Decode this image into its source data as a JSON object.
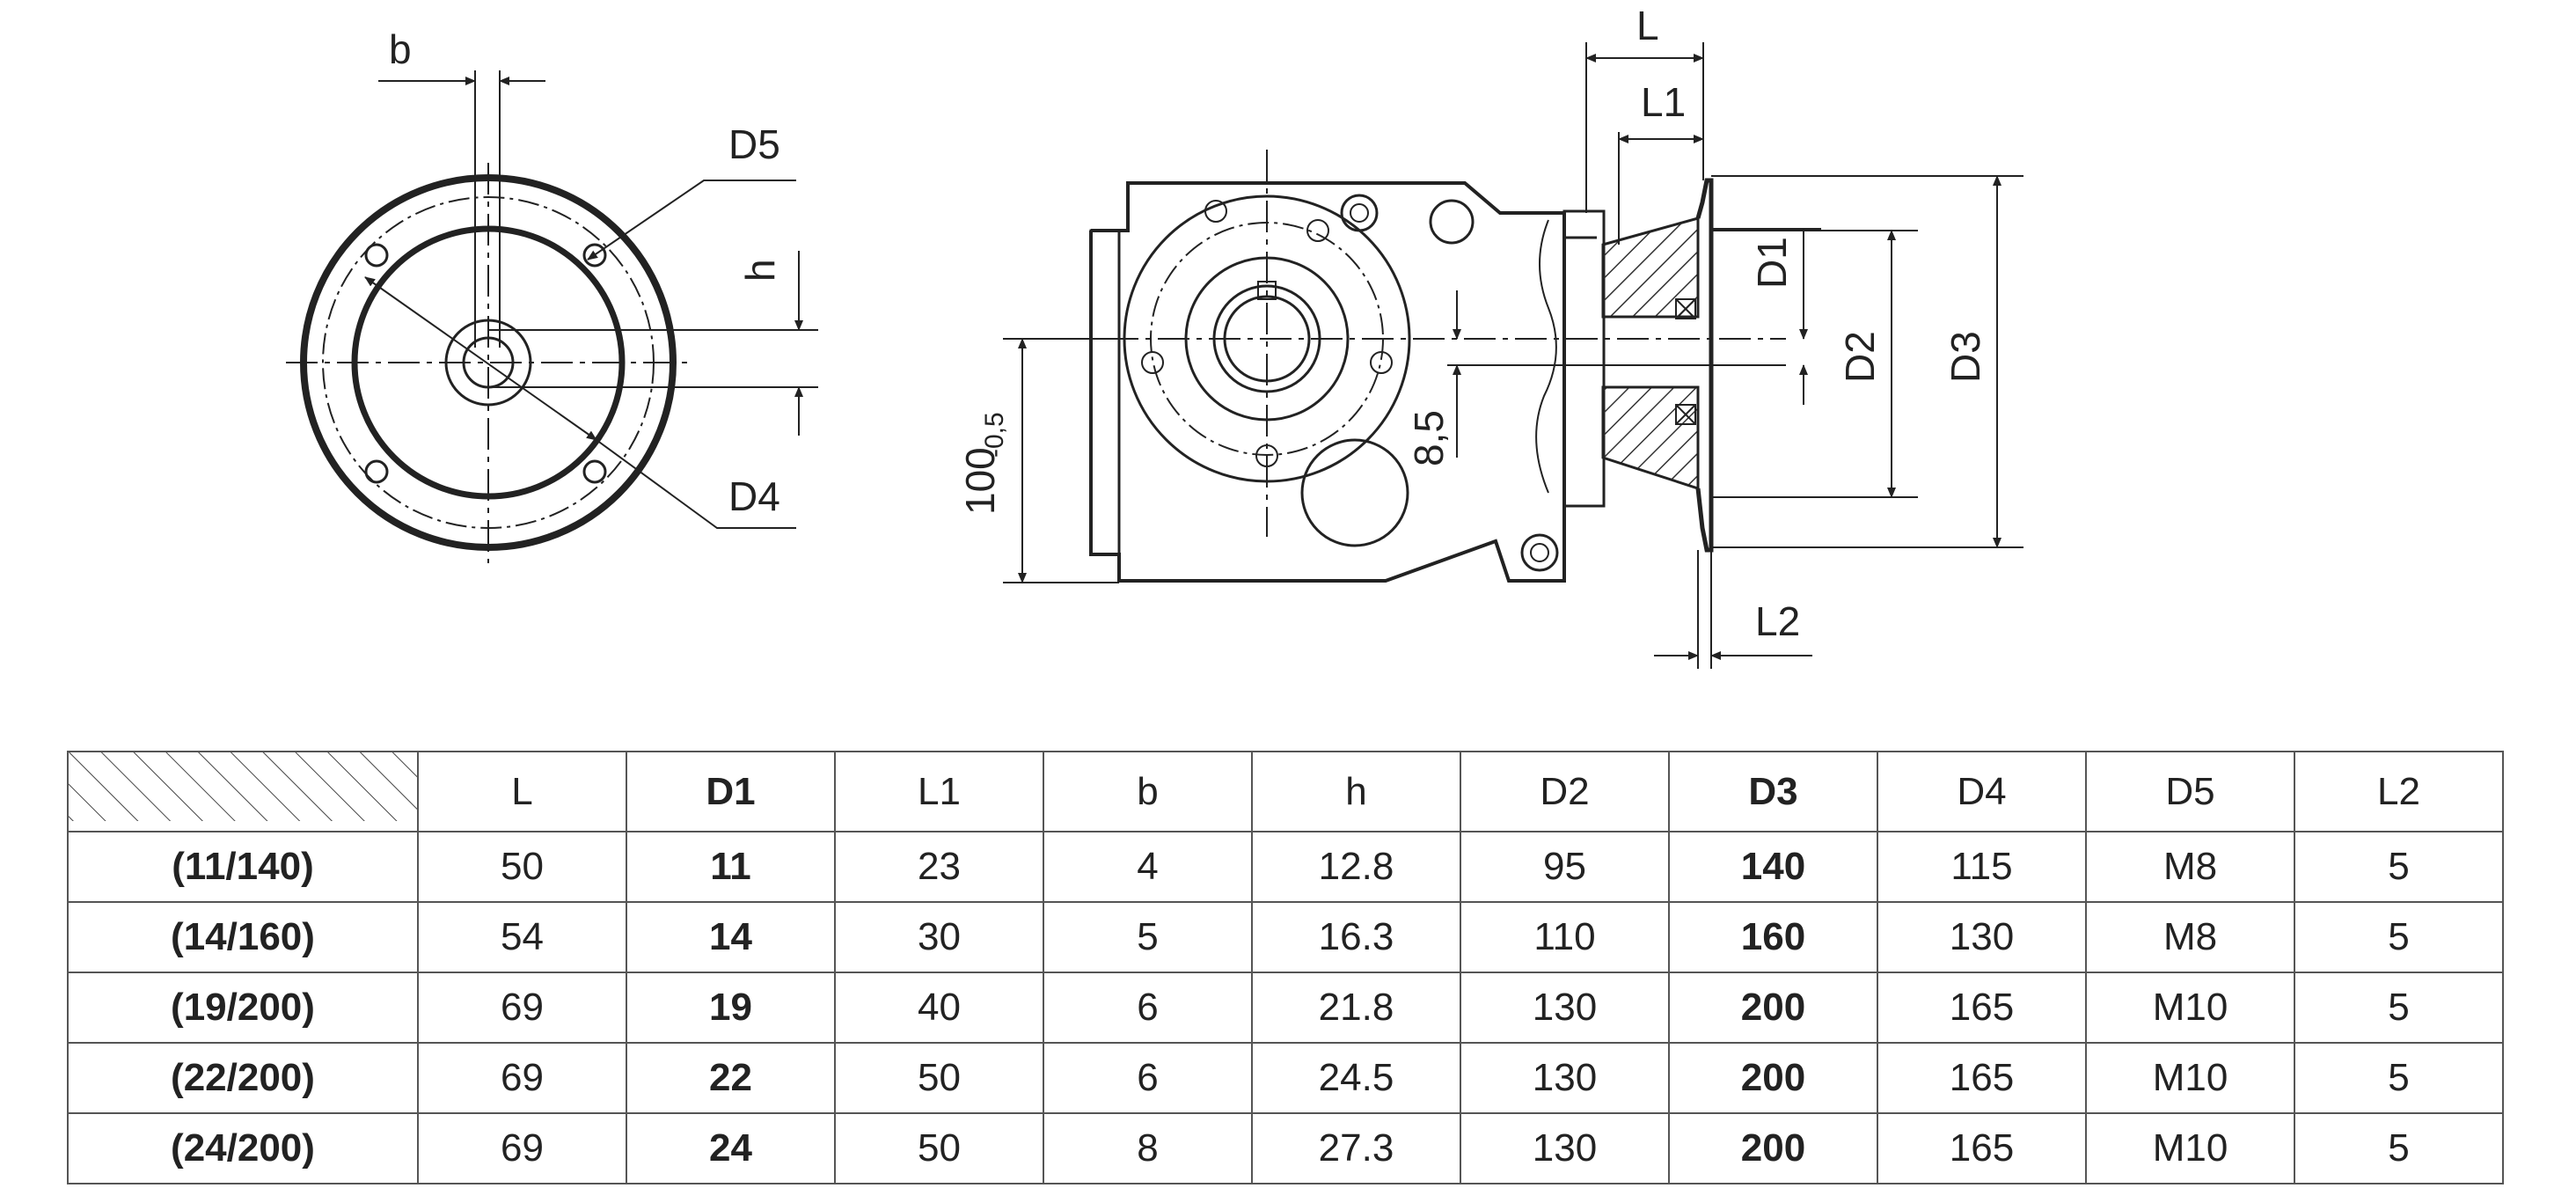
{
  "labels": {
    "front_view": {
      "b": "b",
      "D5": "D5",
      "h": "h",
      "D4": "D4"
    },
    "side_view": {
      "L": "L",
      "L1": "L1",
      "D1": "D1",
      "D2": "D2",
      "D3": "D3",
      "L2": "L2",
      "height_main": "100",
      "height_tol": "-0,5",
      "offset": "8,5"
    }
  },
  "table": {
    "columns": [
      {
        "label": "L",
        "bold": false
      },
      {
        "label": "D1",
        "bold": true
      },
      {
        "label": "L1",
        "bold": false
      },
      {
        "label": "b",
        "bold": false
      },
      {
        "label": "h",
        "bold": false
      },
      {
        "label": "D2",
        "bold": false
      },
      {
        "label": "D3",
        "bold": true
      },
      {
        "label": "D4",
        "bold": false
      },
      {
        "label": "D5",
        "bold": false
      },
      {
        "label": "L2",
        "bold": false
      }
    ],
    "rows": [
      {
        "label": "(11/140)",
        "values": [
          "50",
          "11",
          "23",
          "4",
          "12.8",
          "95",
          "140",
          "115",
          "M8",
          "5"
        ]
      },
      {
        "label": "(14/160)",
        "values": [
          "54",
          "14",
          "30",
          "5",
          "16.3",
          "110",
          "160",
          "130",
          "M8",
          "5"
        ]
      },
      {
        "label": "(19/200)",
        "values": [
          "69",
          "19",
          "40",
          "6",
          "21.8",
          "130",
          "200",
          "165",
          "M10",
          "5"
        ]
      },
      {
        "label": "(22/200)",
        "values": [
          "69",
          "22",
          "50",
          "6",
          "24.5",
          "130",
          "200",
          "165",
          "M10",
          "5"
        ]
      },
      {
        "label": "(24/200)",
        "values": [
          "69",
          "24",
          "50",
          "8",
          "27.3",
          "130",
          "200",
          "165",
          "M10",
          "5"
        ]
      }
    ]
  }
}
